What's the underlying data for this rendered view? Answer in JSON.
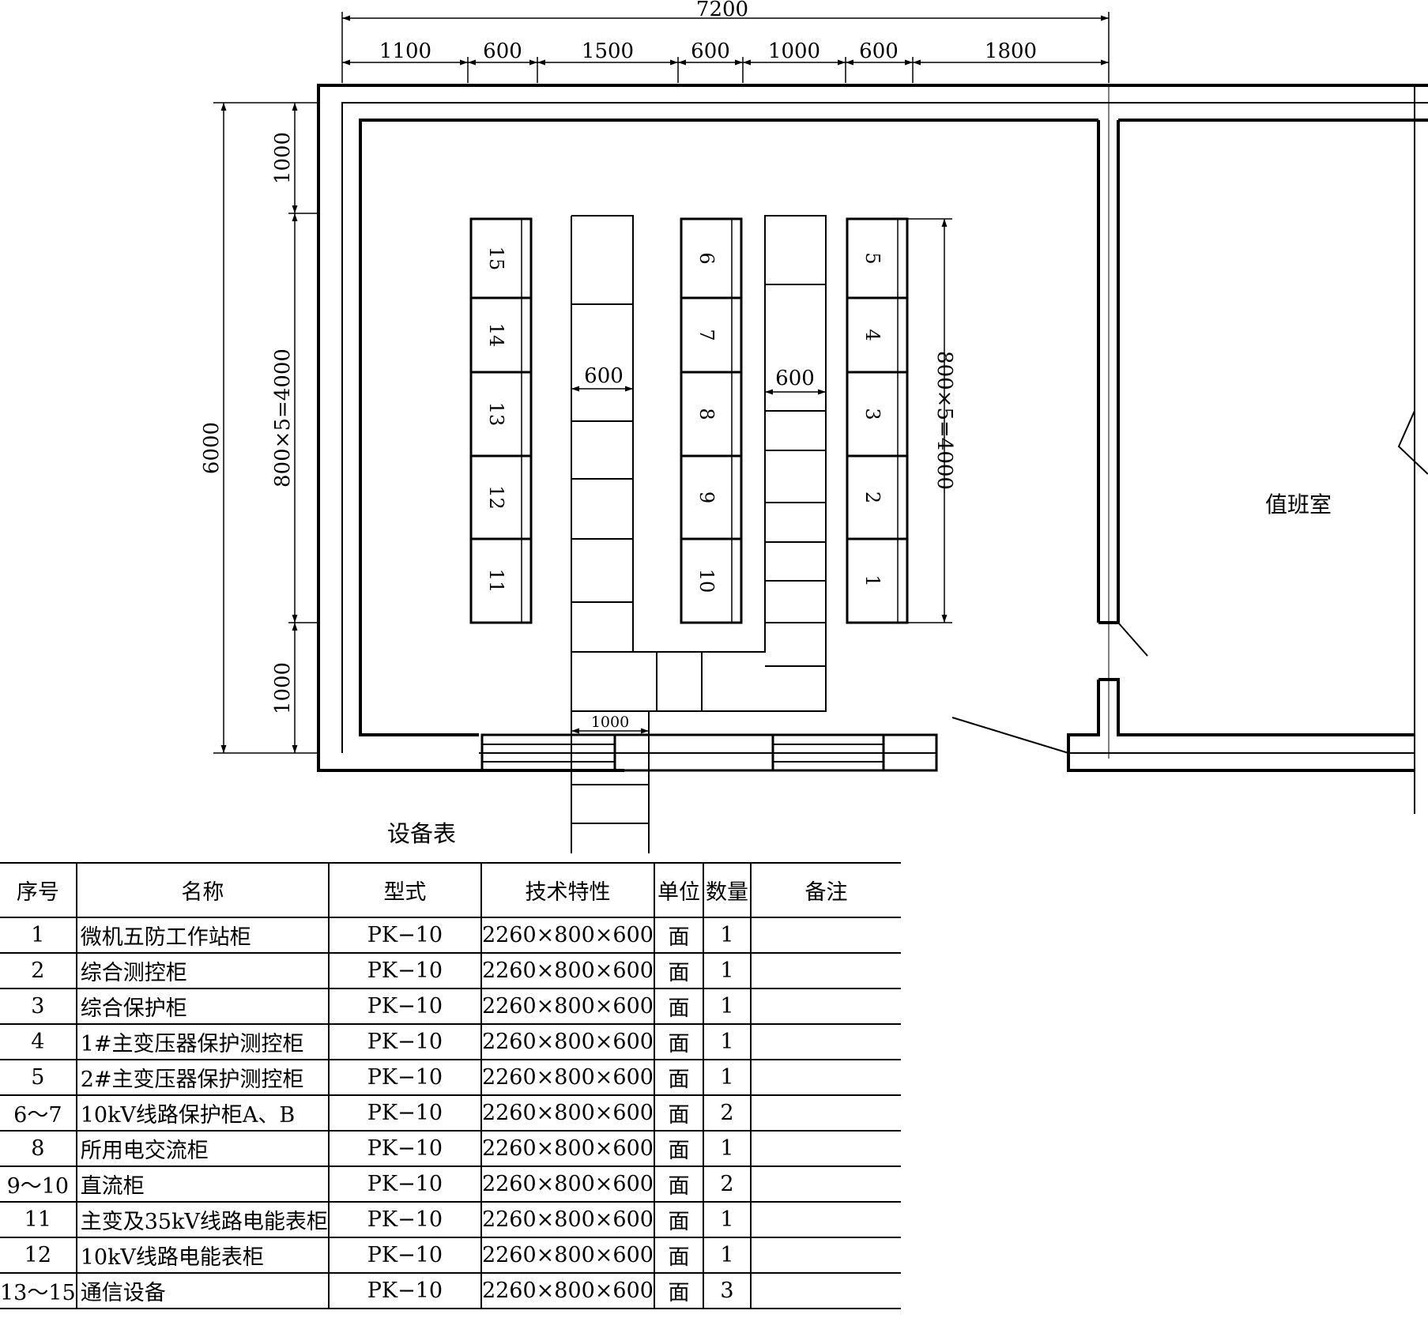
{
  "plan": {
    "top_total": "7200",
    "top_segments": [
      "1100",
      "600",
      "1500",
      "600",
      "1000",
      "600",
      "1800"
    ],
    "left_total": "6000",
    "left_segments": [
      "1000",
      "800×5=4000",
      "1000"
    ],
    "right_dim": "800×5=4000",
    "aisle_width_1": "600",
    "aisle_width_2": "600",
    "door_width": "1000",
    "duty_room": "值班室",
    "cabinets_col1": [
      "15",
      "14",
      "13",
      "12",
      "11"
    ],
    "cabinets_col3": [
      "6",
      "7",
      "8",
      "9",
      "10"
    ],
    "cabinets_col5": [
      "5",
      "4",
      "3",
      "2",
      "1"
    ]
  },
  "table": {
    "title": "设备表",
    "headers": [
      "序号",
      "名称",
      "型式",
      "技术特性",
      "单位",
      "数量",
      "备注"
    ],
    "rows": [
      [
        "1",
        "微机五防工作站柜",
        "PK−10",
        "2260×800×600",
        "面",
        "1",
        ""
      ],
      [
        "2",
        "综合测控柜",
        "PK−10",
        "2260×800×600",
        "面",
        "1",
        ""
      ],
      [
        "3",
        "综合保护柜",
        "PK−10",
        "2260×800×600",
        "面",
        "1",
        ""
      ],
      [
        "4",
        "1#主变压器保护测控柜",
        "PK−10",
        "2260×800×600",
        "面",
        "1",
        ""
      ],
      [
        "5",
        "2#主变压器保护测控柜",
        "PK−10",
        "2260×800×600",
        "面",
        "1",
        ""
      ],
      [
        "6～7",
        "10kV线路保护柜A、B",
        "PK−10",
        "2260×800×600",
        "面",
        "2",
        ""
      ],
      [
        "8",
        "所用电交流柜",
        "PK−10",
        "2260×800×600",
        "面",
        "1",
        ""
      ],
      [
        "9～10",
        "直流柜",
        "PK−10",
        "2260×800×600",
        "面",
        "2",
        ""
      ],
      [
        "11",
        "主变及35kV线路电能表柜",
        "PK−10",
        "2260×800×600",
        "面",
        "1",
        ""
      ],
      [
        "12",
        "10kV线路电能表柜",
        "PK−10",
        "2260×800×600",
        "面",
        "1",
        ""
      ],
      [
        "13～15",
        "通信设备",
        "PK−10",
        "2260×800×600",
        "面",
        "3",
        ""
      ]
    ]
  }
}
